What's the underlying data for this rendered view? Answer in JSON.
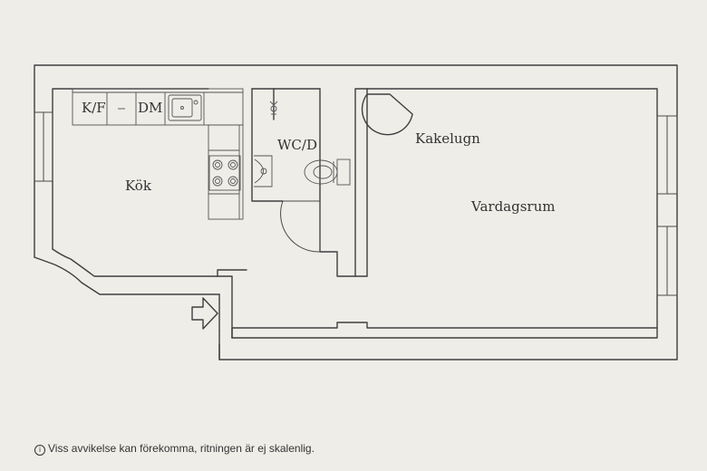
{
  "rooms": {
    "kitchen": "Kök",
    "living_room": "Vardagsrum",
    "wc": "WC/D",
    "tile_stove": "Kakelugn"
  },
  "fixtures": {
    "fridge_freezer": "K/F",
    "dishwasher": "DM"
  },
  "footnote": {
    "icon": "info-icon",
    "text": "Viss avvikelse kan förekomma, ritningen är ej skalenlig."
  }
}
